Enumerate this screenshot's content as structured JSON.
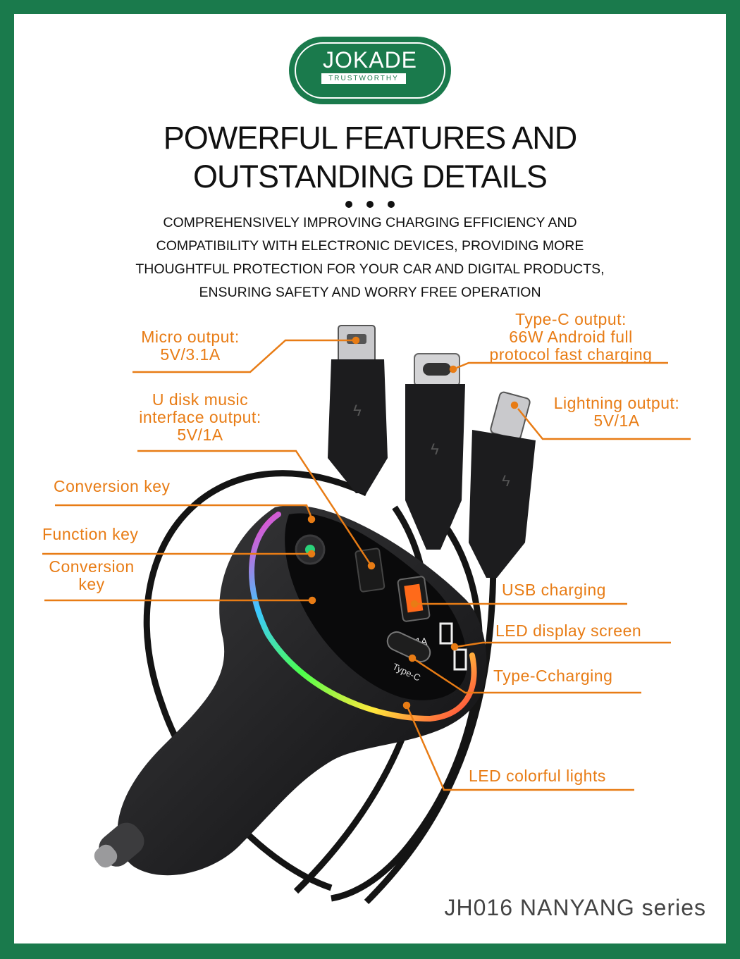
{
  "brand": {
    "name": "JOKADE",
    "tagline": "TRUSTWORTHY"
  },
  "colors": {
    "brand_green": "#1a7a4c",
    "accent_orange": "#e87c15"
  },
  "heading": {
    "line1": "POWERFUL FEATURES AND",
    "line2": "OUTSTANDING DETAILS"
  },
  "subtitle": {
    "line1": "COMPREHENSIVELY IMPROVING CHARGING EFFICIENCY AND",
    "line2": "COMPATIBILITY WITH ELECTRONIC DEVICES, PROVIDING MORE",
    "line3": "THOUGHTFUL PROTECTION FOR YOUR CAR AND DIGITAL PRODUCTS,",
    "line4": "ENSURING SAFETY AND WORRY FREE OPERATION"
  },
  "callouts": {
    "micro": {
      "line1": "Micro output:",
      "line2": "5V/3.1A"
    },
    "typec_out": {
      "line1": "Type-C output:",
      "line2": "66W Android full",
      "line3": "protocol fast charging"
    },
    "udisk": {
      "line1": "U disk music",
      "line2": "interface output:",
      "line3": "5V/1A"
    },
    "lightning": {
      "line1": "Lightning output:",
      "line2": "5V/1A"
    },
    "conversion_key_1": "Conversion key",
    "function_key": "Function key",
    "conversion_key_2": {
      "line1": "Conversion",
      "line2": "key"
    },
    "usb_charging": "USB charging",
    "led_display": "LED display screen",
    "typec_charging": "Type-Ccharging",
    "led_lights": "LED colorful lights"
  },
  "device": {
    "usb_port_label": "3.1A",
    "typec_port_label": "Type-C"
  },
  "footer": "JH016 NANYANG series"
}
